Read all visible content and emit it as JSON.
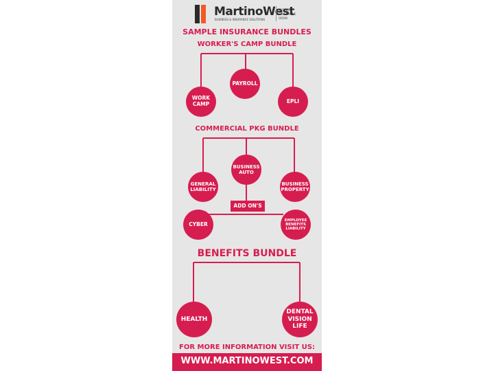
{
  "brand": {
    "name": "MartinoWest",
    "subtitle": "BUSINESS & INSURANCE SOLUTIONS",
    "taglines": [
      "PROTECT",
      "STREAMLINE",
      "GROW"
    ],
    "colors": {
      "accent": "#d61d4f",
      "logo_orange": "#f15a24",
      "logo_dark": "#2b2b2b",
      "panel": "#e7e6e6"
    }
  },
  "title": "SAMPLE INSURANCE BUNDLES",
  "bundles": [
    {
      "title": "WORKER'S CAMP BUNDLE",
      "nodes": [
        "WORK\nCAMP",
        "PAYROLL",
        "EPLI"
      ]
    },
    {
      "title": "COMMERCIAL PKG BUNDLE",
      "nodes": [
        "GENERAL\nLIABILITY",
        "BUSINESS\nAUTO",
        "BUSINESS\nPROPERTY"
      ],
      "addons_label": "ADD ON'S",
      "addons": [
        "CYBER",
        "EMPLOYEE\nBENEFITS\nLIABILITY"
      ]
    },
    {
      "title": "BENEFITS BUNDLE",
      "nodes": [
        "HEALTH",
        "DENTAL\nVISION\nLIFE"
      ]
    }
  ],
  "footer": {
    "info": "FOR MORE INFORMATION VISIT US:",
    "url": "WWW.MARTINOWEST.COM"
  }
}
